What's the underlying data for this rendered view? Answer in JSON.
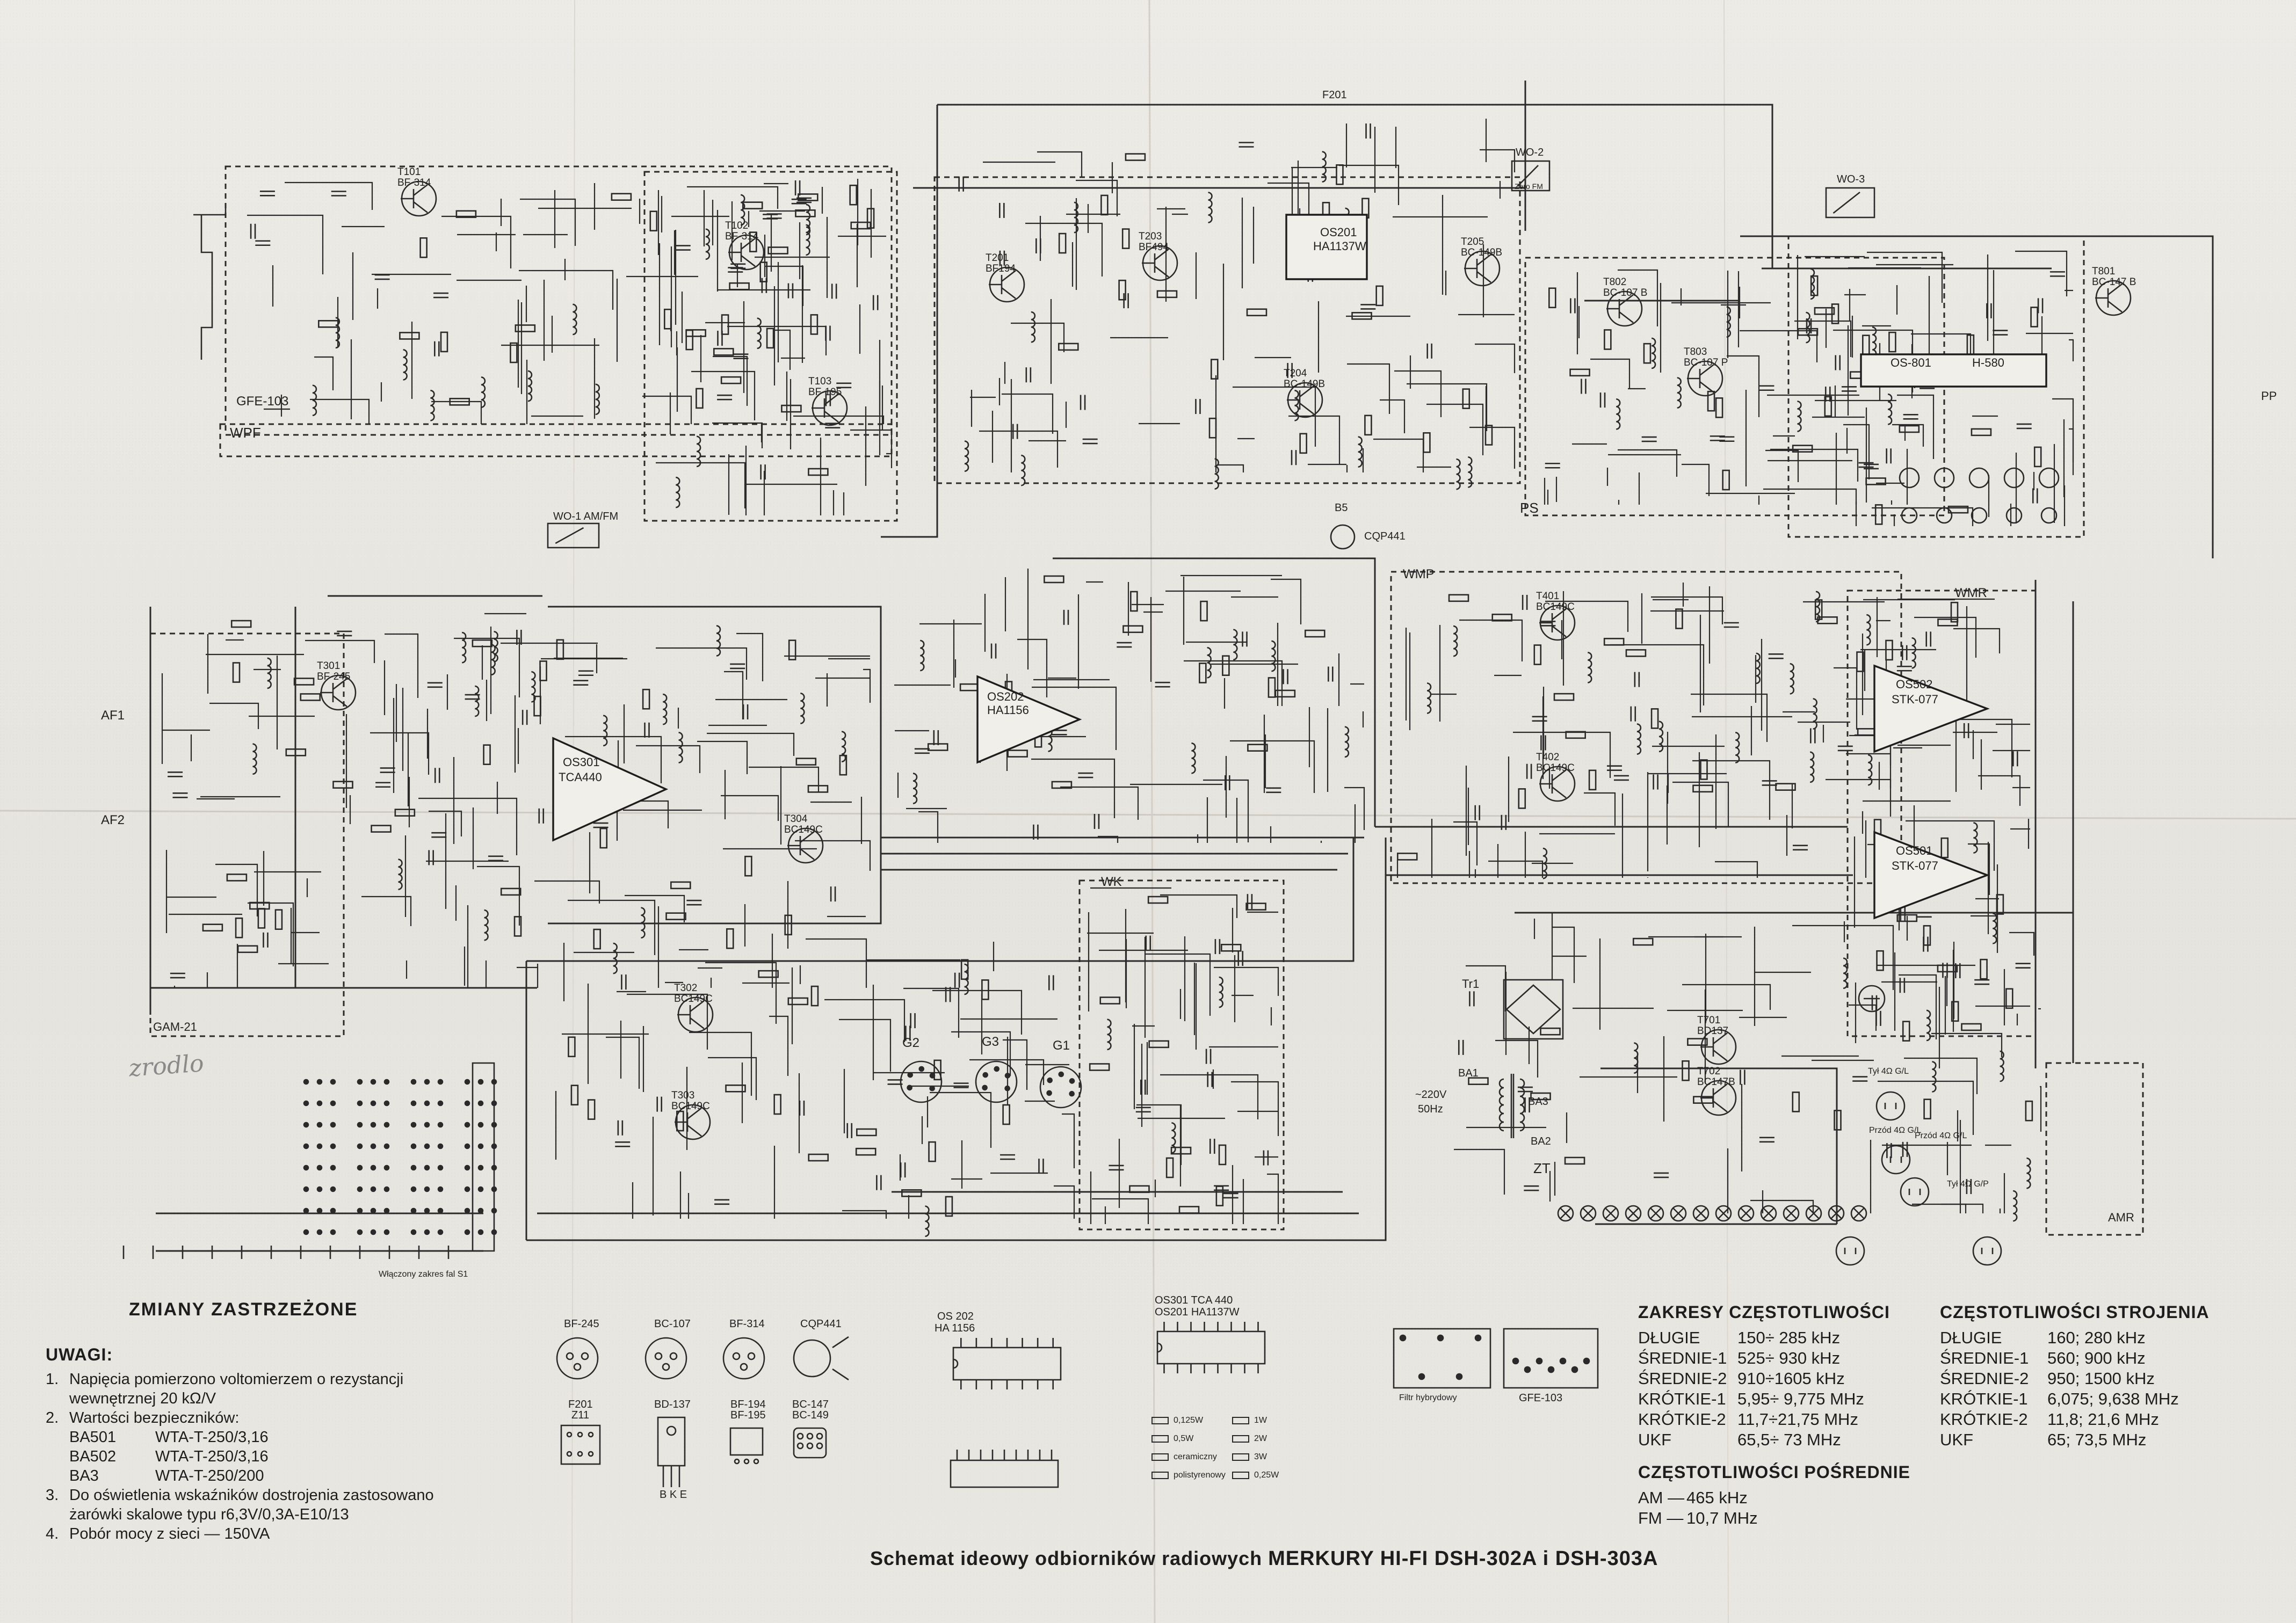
{
  "caption": {
    "prefix": "Schemat ideowy odbiorników radiowych",
    "brand": "MERKURY HI-FI DSH-302A i DSH-303A"
  },
  "changes_heading": "ZMIANY ZASTRZEŻONE",
  "notes": {
    "title": "UWAGI:",
    "items": [
      {
        "num": "1.",
        "text": "Napięcia pomierzono voltomierzem o rezystancji wewnętrznej 20 kΩ/V"
      },
      {
        "num": "2.",
        "text": "Wartości bezpieczników:"
      },
      {
        "num": "3.",
        "text": "Do oświetlenia wskaźników dostrojenia zastosowano żarówki skalowe typu r6,3V/0,3A-E10/13"
      },
      {
        "num": "4.",
        "text": "Pobór mocy z sieci — 150VA"
      }
    ],
    "fuses": [
      {
        "name": "BA501",
        "value": "WTA-T-250/3,16"
      },
      {
        "name": "BA502",
        "value": "WTA-T-250/3,16"
      },
      {
        "name": "BA3",
        "value": "WTA-T-250/200"
      }
    ]
  },
  "freq_ranges": {
    "title": "ZAKRESY CZĘSTOTLIWOŚCI",
    "rows": [
      {
        "name": "DŁUGIE",
        "value": "150÷ 285 kHz"
      },
      {
        "name": "ŚREDNIE-1",
        "value": "525÷ 930 kHz"
      },
      {
        "name": "ŚREDNIE-2",
        "value": "910÷1605 kHz"
      },
      {
        "name": "KRÓTKIE-1",
        "value": "5,95÷ 9,775 MHz"
      },
      {
        "name": "KRÓTKIE-2",
        "value": "11,7÷21,75 MHz"
      },
      {
        "name": "UKF",
        "value": "65,5÷ 73 MHz"
      }
    ],
    "if_title": "CZĘSTOTLIWOŚCI POŚREDNIE",
    "if_rows": [
      {
        "name": "AM —",
        "value": "465 kHz"
      },
      {
        "name": "FM —",
        "value": "10,7 MHz"
      }
    ]
  },
  "tuning": {
    "title": "CZĘSTOTLIWOŚCI STROJENIA",
    "rows": [
      {
        "name": "DŁUGIE",
        "value": "160; 280 kHz"
      },
      {
        "name": "ŚREDNIE-1",
        "value": "560; 900 kHz"
      },
      {
        "name": "ŚREDNIE-2",
        "value": "950; 1500 kHz"
      },
      {
        "name": "KRÓTKIE-1",
        "value": "6,075; 9,638 MHz"
      },
      {
        "name": "KRÓTKIE-2",
        "value": "11,8; 21,6 MHz"
      },
      {
        "name": "UKF",
        "value": "65; 73,5 MHz"
      }
    ]
  },
  "handwritten": "zrodlo",
  "blocks": {
    "gfe103": "GFE-103",
    "wpf": "WPF",
    "gam21": "GAM-21",
    "ps": "PS",
    "wmp": "WMP",
    "wmr": "WMR",
    "wk": "WK",
    "amr": "AMR",
    "zt": "ZT"
  },
  "ics": {
    "os201": "OS201",
    "os201_type": "HA1137W",
    "os202": "OS202",
    "os202_type": "HA1156",
    "os301": "OS301",
    "os301_type": "TCA440",
    "os501": "OS501",
    "os501_type": "STK-077",
    "os502": "OS502",
    "os502_type": "STK-077",
    "os801": "OS-801",
    "os801_type": "H-580"
  },
  "transistors": [
    {
      "ref": "T101",
      "type": "BF-314"
    },
    {
      "ref": "T102",
      "type": "BF-314"
    },
    {
      "ref": "T103",
      "type": "BF-195"
    },
    {
      "ref": "T201",
      "type": "BF194"
    },
    {
      "ref": "T203",
      "type": "BF494"
    },
    {
      "ref": "T204",
      "type": "BC-149B"
    },
    {
      "ref": "T205",
      "type": "BC-149B"
    },
    {
      "ref": "T301",
      "type": "BF-245"
    },
    {
      "ref": "T302",
      "type": "BC149C"
    },
    {
      "ref": "T303",
      "type": "BC149C"
    },
    {
      "ref": "T304",
      "type": "BC149C"
    },
    {
      "ref": "T401",
      "type": "BC149C"
    },
    {
      "ref": "T402",
      "type": "BC149C"
    },
    {
      "ref": "T701",
      "type": "BD137"
    },
    {
      "ref": "T702",
      "type": "BC147B"
    },
    {
      "ref": "T801",
      "type": "BC-147 B"
    },
    {
      "ref": "T802",
      "type": "BC-107 B"
    },
    {
      "ref": "T803",
      "type": "BC-107 P"
    }
  ],
  "meters": {
    "w01": "WO-1 AM/FM",
    "w02": "WO-2",
    "w02_sub": "Zero FM",
    "w03": "WO-3"
  },
  "connectors": {
    "g1": "G1",
    "g2": "G2",
    "g3": "G3",
    "af1": "AF1",
    "af2": "AF2",
    "tr1": "Tr1",
    "pp": "PP",
    "ba1": "BA1",
    "ba2": "BA2",
    "ba3": "BA3",
    "mains": "~220V",
    "mains_hz": "50Hz",
    "front_l": "Przód 4Ω G/L",
    "front_r": "Przód 4Ω G/L",
    "rear_l": "Tył 4Ω G/L",
    "rear_r": "Tył 4Ω G/P",
    "cqp441": "CQP441",
    "f201": "F201",
    "b5": "B5"
  },
  "pinout": {
    "bf245": "BF-245",
    "bc107": "BC-107",
    "bf314": "BF-314",
    "cqp441": "CQP441",
    "f201": "F201",
    "z11": "Z11",
    "bd137": "BD-137",
    "bf194": "BF-194",
    "bf195": "BF-195",
    "bc147": "BC-147",
    "bc149": "BC-149",
    "bkc": "B K E",
    "os202": "OS 202",
    "os202_type": "HA 1156",
    "os301": "OS301 TCA 440",
    "os201": "OS201 HA1137W",
    "filter": "Filtr hybrydowy",
    "gfe103": "GFE-103",
    "switch_caption": "Włączony zakres fal S1"
  },
  "resistor_legend": [
    {
      "sym": "0,125W",
      "sym2": "1W"
    },
    {
      "sym": "0,5W",
      "sym2": "2W"
    },
    {
      "sym": "ceramiczny",
      "sym2": "3W"
    },
    {
      "sym": "polistyrenowy",
      "sym2": "0,25W"
    }
  ]
}
